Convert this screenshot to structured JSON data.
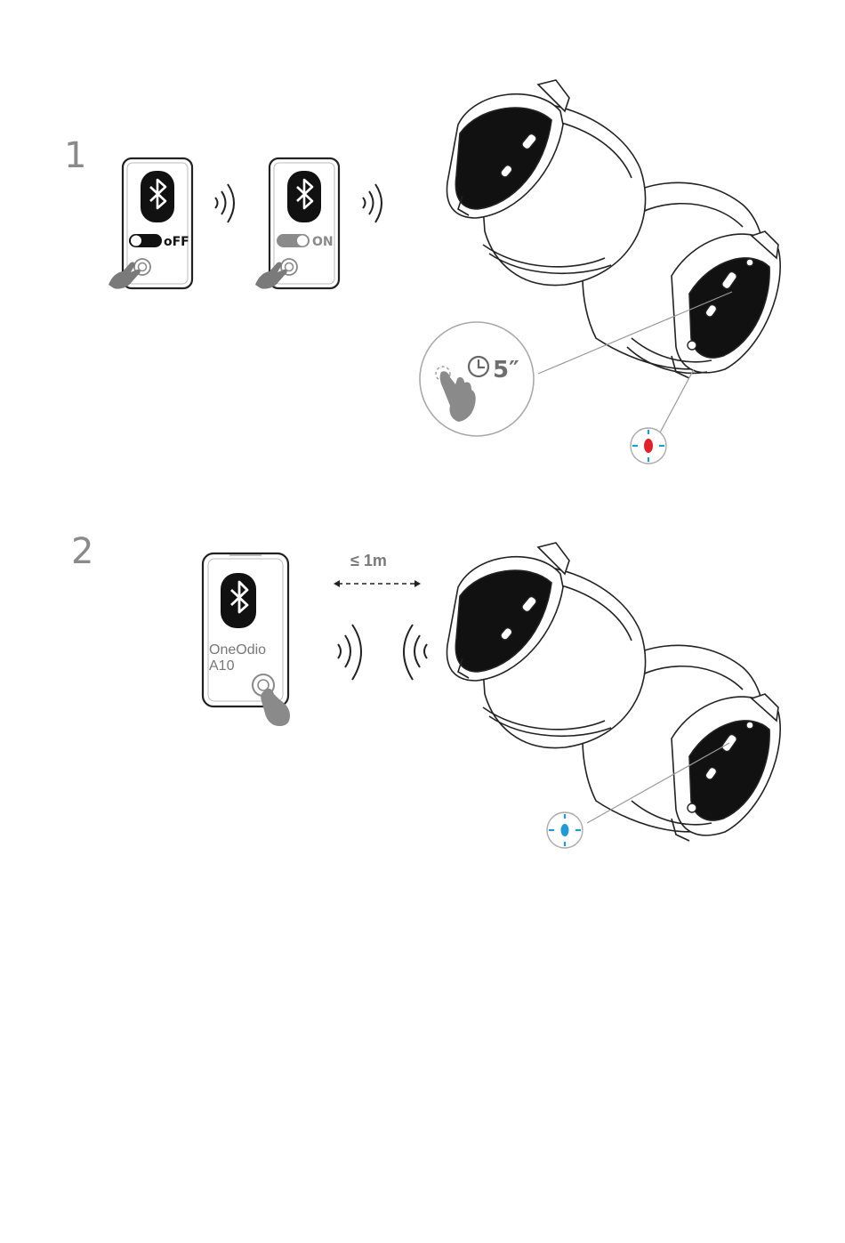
{
  "steps": [
    {
      "number": "1",
      "phone_off": {
        "icon": "bluetooth-icon",
        "toggle_label": "oFF",
        "toggle_state": "off"
      },
      "phone_on": {
        "icon": "bluetooth-icon",
        "toggle_label": "ON",
        "toggle_state": "on"
      },
      "press_duration": "5″",
      "led_color": "#e0202a",
      "led_ring_color": "#1e9bd7"
    },
    {
      "number": "2",
      "phone": {
        "icon": "bluetooth-icon",
        "device_name_line1": "OneOdio",
        "device_name_line2": "A10"
      },
      "distance_label": "≤ 1m",
      "led_color": "#1e9bd7"
    }
  ],
  "colors": {
    "line": "#222222",
    "gray": "#7a7a7a",
    "light_gray": "#bcbcbc",
    "blue": "#1e9bd7",
    "red": "#e0202a"
  }
}
